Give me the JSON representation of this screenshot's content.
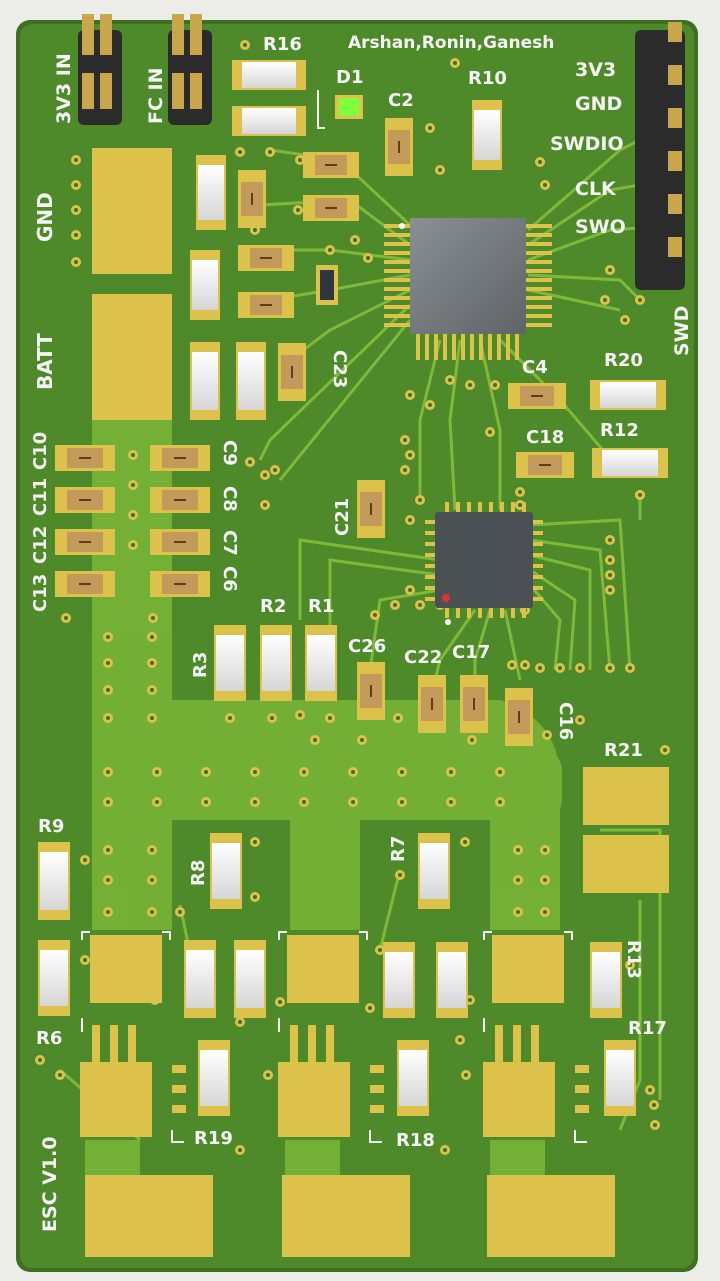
{
  "board": {
    "credits": "Arshan,Ronin,Ganesh",
    "version": "ESC V1.0",
    "colors": {
      "board": "#4f8a2a",
      "board_edge": "#3d7020",
      "copper": "#dcc24a",
      "trace": "#7fb83a",
      "pour": "#8cc63f",
      "silk": "#f4f4f4",
      "chip": "#555a5e"
    }
  },
  "connectors": {
    "in_3v3": "3V3 IN",
    "fc_in": "FC IN",
    "swd": "SWD",
    "swd_pins": [
      "3V3",
      "GND",
      "SWDIO",
      "CLK",
      "SWO"
    ]
  },
  "pads": {
    "gnd": "GND",
    "batt": "BATT"
  },
  "refs": {
    "r16": "R16",
    "d1": "D1",
    "c2": "C2",
    "r10": "R10",
    "c4": "C4",
    "r20": "R20",
    "c18": "C18",
    "r12": "R12",
    "c21": "C21",
    "c23": "C23",
    "c10": "C10",
    "c11": "C11",
    "c12": "C12",
    "c13": "C13",
    "c9": "C9",
    "c8": "C8",
    "c7": "C7",
    "c6": "C6",
    "r3": "R3",
    "r2": "R2",
    "r1": "R1",
    "c26": "C26",
    "c22": "C22",
    "c17": "C17",
    "c16": "C16",
    "r21": "R21",
    "r9": "R9",
    "r8": "R8",
    "r7": "R7",
    "r13": "R13",
    "r6": "R6",
    "r17": "R17",
    "r19": "R19",
    "r18": "R18"
  }
}
